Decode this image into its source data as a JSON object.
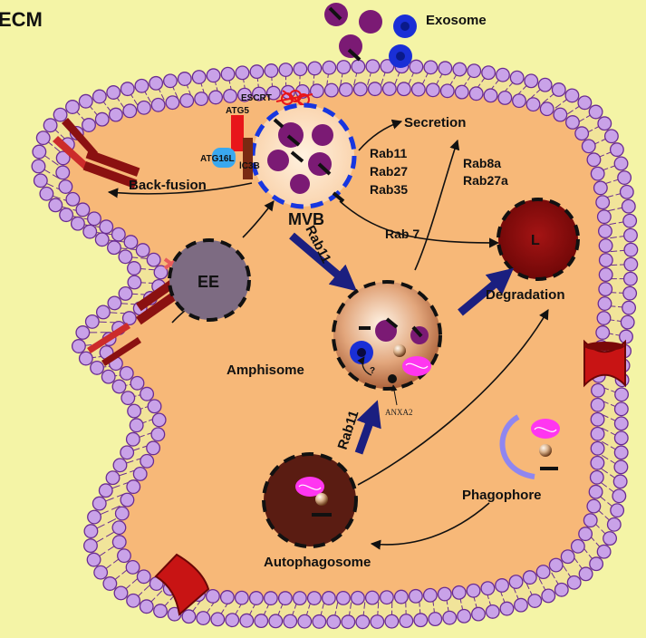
{
  "labels": {
    "ecm": "ECM",
    "exosome": "Exosome",
    "escrt": "ESCRT",
    "atg5": "ATG5",
    "atg16l": "ATG16L",
    "lc3b": "lC3B",
    "secretion": "Secretion",
    "rab11_secretion": "Rab11",
    "rab27": "Rab27",
    "rab35": "Rab35",
    "back_fusion": "Back-fusion",
    "mvb": "MVB",
    "rab8a": "Rab8a",
    "rab27a": "Rab27a",
    "rab7": "Rab 7",
    "lysosome": "L",
    "ee": "EE",
    "rab11_mvb_amphisome": "Rab11",
    "degradation": "Degradation",
    "amphisome": "Amphisome",
    "question": "?",
    "anxa2": "ANXA2",
    "rab11_autophagosome": "Rab11",
    "phagophore": "Phagophore",
    "autophagosome": "Autophagosome"
  },
  "colors": {
    "background": "#f4f4a6",
    "cytoplasm": "#f7b878",
    "lipid_head": "#c9a2e8",
    "lipid_stroke": "#6a2c91",
    "intraluminal_vesicle": "#7b1a74",
    "exosome_blue": "#1a2fd6",
    "lysosome": "#8b0a0a",
    "early_endosome": "#7d6b82",
    "autophagosome": "#5a1c12",
    "rab_arrow": "#1b1f80",
    "mvb_fill": "#fde0c2",
    "mvb_border": "#1736e0",
    "mitochondria": "#ff36f0",
    "phagophore_arc": "#8f86f0",
    "receptor": "#8b1111",
    "channel": "#c81414",
    "atg5": "#e8161a",
    "atg16l": "#3aa8ef",
    "lc3b": "#7a2a12"
  }
}
